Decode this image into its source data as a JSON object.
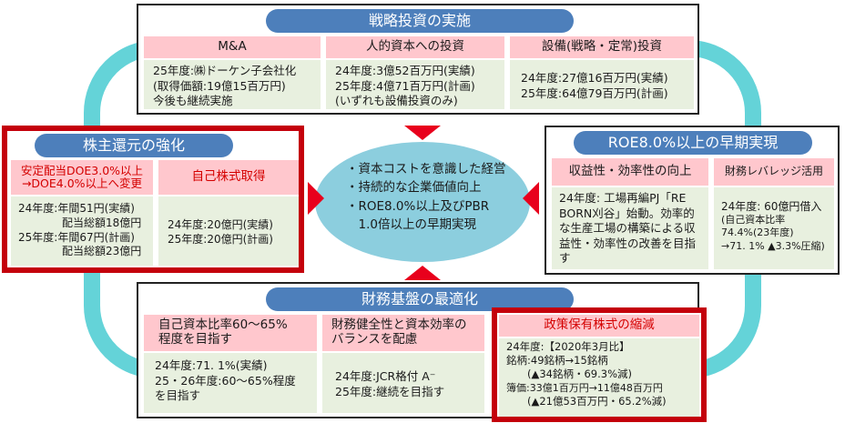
{
  "top": {
    "title": "戦略投資の実施",
    "cols": [
      {
        "header": "M&A",
        "lines": [
          "25年度:㈱ドーケン子会社化",
          "(取得価額:19億15百万円)",
          "今後も継続実施"
        ]
      },
      {
        "header": "人的資本への投資",
        "lines": [
          "24年度:3億52百万円(実績)",
          "25年度:4億71百万円(計画)",
          "(いずれも設備投資のみ)"
        ]
      },
      {
        "header": "設備(戦略・定常)投資",
        "lines": [
          "24年度:27億16百万円(実績)",
          "25年度:64億79百万円(計画)"
        ]
      }
    ]
  },
  "left": {
    "title": "株主還元の強化",
    "cols": [
      {
        "header_lines": [
          "安定配当DOE3.0%以上",
          "→DOE4.0%以上へ変更"
        ],
        "lines": [
          "24年度:年間51円(実績)",
          "　　　　配当総額18億円",
          "25年度:年間67円(計画)",
          "　　　　配当総額23億円"
        ]
      },
      {
        "header_lines": [
          "自己株式取得"
        ],
        "lines": [
          "24年度:20億円(実績)",
          "25年度:20億円(計画)"
        ]
      }
    ]
  },
  "right": {
    "title": "ROE8.0%以上の早期実現",
    "cols": [
      {
        "header": "収益性・効率性の向上",
        "lines": [
          "24年度: 工場再編PJ「RE",
          "BORN刈谷」始動。効率的",
          "な生産工場の構築による収",
          "益性・効率性の改善を目指",
          "す"
        ]
      },
      {
        "header": "財務レバレッジ活用",
        "lines": [
          "24年度: 60億円借入",
          "(自己資本比率",
          "74.4%(23年度)",
          "→71. 1% ▲3.3%圧縮)"
        ]
      }
    ]
  },
  "bottom": {
    "title": "財務基盤の最適化",
    "cols": [
      {
        "header_lines": [
          "自己資本比率60～65%",
          "程度を目指す"
        ],
        "lines": [
          "24年度:71. 1%(実績)",
          "25・26年度:60～65%程度",
          "を目指す"
        ]
      },
      {
        "header_lines": [
          "財務健全性と資本効率の",
          "バランスを配慮"
        ],
        "lines": [
          "24年度:JCR格付 A⁻",
          "25年度:継続を目指す"
        ]
      },
      {
        "header_lines": [
          "政策保有株式の縮減"
        ],
        "lines": [
          "24年度:【2020年3月比】",
          "銘柄:49銘柄→15銘柄",
          "　　(▲34銘柄・69.3%減)",
          "簿価:33億1百万円→11億48百万円",
          "　　(▲21億53百万円・65.2%減)"
        ]
      }
    ]
  },
  "center": {
    "lines": [
      "・資本コストを意識した経営",
      "・持続的な企業価値向上",
      "・ROE8.0%以上及びPBR",
      "　1.0倍以上の早期実現"
    ]
  },
  "colors": {
    "ring": "#64d3d8",
    "pill": "#4d7fbb",
    "header": "#ffc7cd",
    "body": "#e8f0df",
    "highlight": "#c4000b",
    "arrow": "#e8001c",
    "center": "#8ccede"
  }
}
